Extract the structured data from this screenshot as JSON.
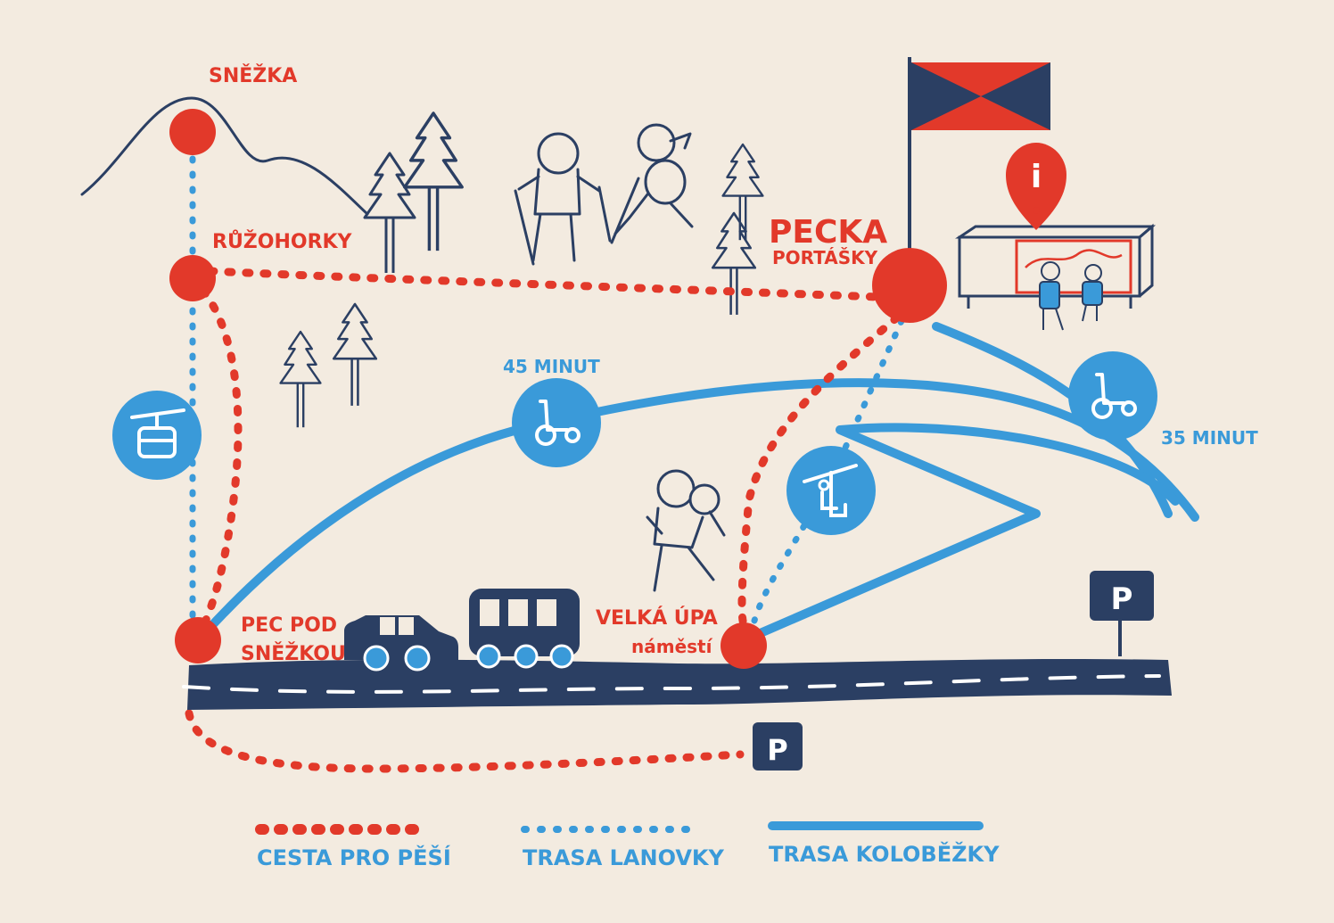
{
  "colors": {
    "background": "#f3ebe0",
    "red": "#e2392a",
    "blue": "#3a9ad9",
    "navy": "#2b3f63",
    "white": "#ffffff"
  },
  "places": {
    "snezka": "SNĚŽKA",
    "ruzohorky": "RŮŽOHORKY",
    "pecka": "PECKA",
    "portasky": "PORTÁŠKY",
    "pec_line1": "PEC POD",
    "pec_line2": "SNĚŽKOU",
    "velka_upa": "VELKÁ ÚPA",
    "namesti": "náměstí"
  },
  "durations": {
    "left_scooter": "45 MINUT",
    "right_scooter": "35 MINUT"
  },
  "parking": {
    "symbol_road": "P",
    "symbol_bottom": "P"
  },
  "info": {
    "symbol": "i"
  },
  "legend": {
    "walking": "CESTA PRO PĚŠÍ",
    "cableway": "TRASA LANOVKY",
    "scooter": "TRASA KOLOBĚŽKY"
  },
  "icons": {
    "cable_car": "cable-car-icon",
    "chairlift": "chairlift-icon",
    "scooter": "scooter-icon",
    "parking": "parking-icon",
    "info": "info-pin-icon",
    "flag": "flag-icon"
  }
}
